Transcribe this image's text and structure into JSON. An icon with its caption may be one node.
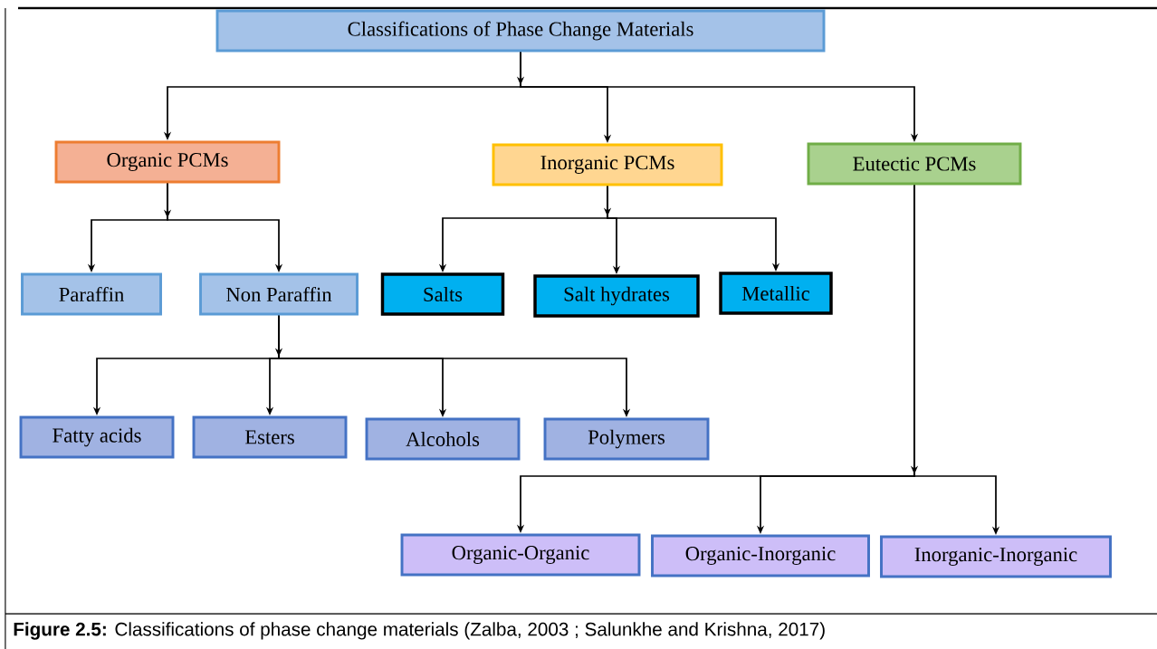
{
  "diagram": {
    "caption": "**Figure 2.5:** Classifications of phase change materials (Zalba, 2003 ; Salunkhe and Krishna, 2017)",
    "nodes": [
      {
        "text": [
          "Classifications of Phase Change Materials"
        ]
      },
      {
        "text": [
          "Organic PCMs"
        ]
      },
      {
        "text": [
          "Inorganic PCMs"
        ]
      },
      {
        "text": [
          "Eutectic PCMs"
        ]
      },
      {
        "text": [
          "Paraffin"
        ]
      },
      {
        "text": [
          "Non Paraffin"
        ]
      },
      {
        "text": [
          "Salts"
        ]
      },
      {
        "text": [
          "Salt hydrates"
        ]
      },
      {
        "text": [
          "Metallic"
        ]
      },
      {
        "text": [
          "Fatty acids"
        ]
      },
      {
        "text": [
          "Esters"
        ]
      },
      {
        "text": [
          "Alcohols"
        ]
      },
      {
        "text": [
          "Polymers"
        ]
      },
      {
        "text": [
          "Organic-Organic"
        ]
      },
      {
        "text": [
          "Organic-Inorganic"
        ]
      },
      {
        "text": [
          "Inorganic-Inorganic"
        ]
      }
    ],
    "edges": [
      {
        "from": 0,
        "to": 1,
        "arrow": "to"
      },
      {
        "from": 0,
        "to": 2,
        "arrow": "to"
      },
      {
        "from": 0,
        "to": 3,
        "arrow": "to"
      },
      {
        "from": 1,
        "to": 4,
        "arrow": "to"
      },
      {
        "from": 1,
        "to": 5,
        "arrow": "to"
      },
      {
        "from": 2,
        "to": 6,
        "arrow": "to"
      },
      {
        "from": 2,
        "to": 7,
        "arrow": "to"
      },
      {
        "from": 2,
        "to": 8,
        "arrow": "to"
      },
      {
        "from": 5,
        "to": 9,
        "arrow": "to"
      },
      {
        "from": 5,
        "to": 10,
        "arrow": "to"
      },
      {
        "from": 5,
        "to": 11,
        "arrow": "to"
      },
      {
        "from": 5,
        "to": 12,
        "arrow": "to"
      },
      {
        "from": 3,
        "to": 13,
        "arrow": "to"
      },
      {
        "from": 3,
        "to": 14,
        "arrow": "to"
      },
      {
        "from": 3,
        "to": 15,
        "arrow": "to"
      }
    ]
  }
}
